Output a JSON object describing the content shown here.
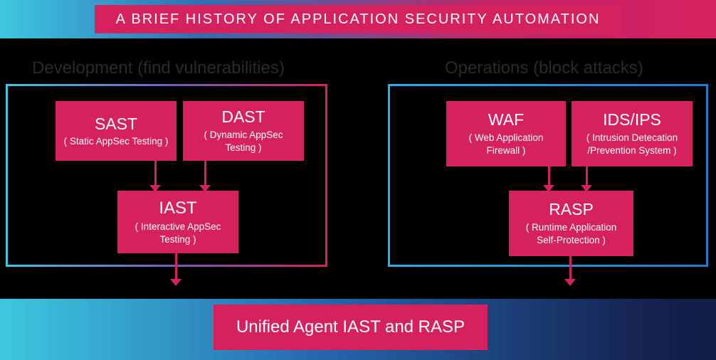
{
  "header": {
    "title": "A BRIEF HISTORY OF APPLICATION SECURITY AUTOMATION"
  },
  "sections": {
    "development": {
      "heading": "Development (find vulnerabilities)",
      "nodes": [
        {
          "id": "sast",
          "title": "SAST",
          "subtitle": "( Static AppSec Testing )"
        },
        {
          "id": "dast",
          "title": "DAST",
          "subtitle": "( Dynamic AppSec Testing )"
        },
        {
          "id": "iast",
          "title": "IAST",
          "subtitle": "( Interactive AppSec Testing )"
        }
      ]
    },
    "operations": {
      "heading": "Operations (block attacks)",
      "nodes": [
        {
          "id": "waf",
          "title": "WAF",
          "subtitle": "( Web Application Firewall )"
        },
        {
          "id": "idsips",
          "title": "IDS/IPS",
          "subtitle": "( Intrusion Detecation /Prevention System )"
        },
        {
          "id": "rasp",
          "title": "RASP",
          "subtitle": "( Runtime Application Self-Protection )"
        }
      ]
    }
  },
  "connections": [
    {
      "from": "SAST",
      "to": "IAST"
    },
    {
      "from": "DAST",
      "to": "IAST"
    },
    {
      "from": "IAST",
      "to": "Unified Agent IAST and RASP"
    },
    {
      "from": "WAF",
      "to": "RASP"
    },
    {
      "from": "IDS/IPS",
      "to": "RASP"
    },
    {
      "from": "RASP",
      "to": "Unified Agent IAST and RASP"
    }
  ],
  "footer": {
    "label": "Unified Agent IAST and RASP"
  },
  "colors": {
    "accent_pink": "#D6215F",
    "cyan": "#3EC7E0",
    "blue": "#2566AC",
    "dark_navy": "#121C44",
    "ops_border_blue": "#22A0DC",
    "heading_gray": "#2A2A2A",
    "background": "#000000"
  }
}
